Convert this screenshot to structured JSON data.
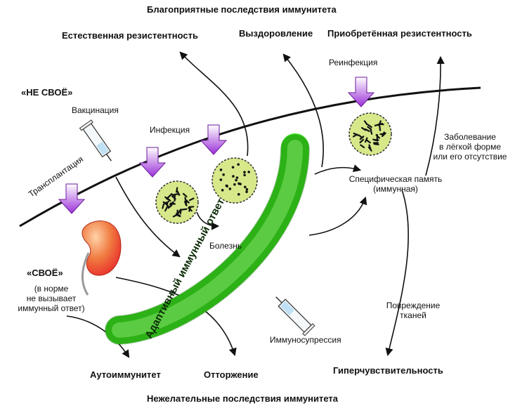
{
  "header": {
    "top_title": "Благоприятные последствия иммунитета",
    "bottom_title": "Нежелательные последствия иммунитета"
  },
  "outcomes": {
    "natural_resistance": "Естественная резистентность",
    "recovery": "Выздоровление",
    "acquired_resistance": "Приобретённая резистентность",
    "autoimmunity": "Аутоиммунитет",
    "rejection": "Отторжение",
    "hypersensitivity": "Гиперчувствительность"
  },
  "zones": {
    "not_self": "«НЕ СВОЁ»",
    "self": "«СВОЁ»",
    "self_note": [
      "(в норме",
      "не вызывает",
      "иммунный ответ)"
    ]
  },
  "events": {
    "vaccination": "Вакцинация",
    "transplantation": "Трансплантация",
    "infection": "Инфекция",
    "reinfection": "Реинфекция",
    "disease": "Болезнь",
    "immunosuppression": "Иммуносупрессия",
    "tissue_damage": [
      "Повреждение",
      "тканей"
    ],
    "mild_disease": [
      "Заболевание",
      "в лёгкой форме",
      "или его отсутствие"
    ],
    "specific_memory": [
      "Специфическая память",
      "(иммунная)"
    ]
  },
  "central_label": "Адаптивный иммунный ответ",
  "colors": {
    "arrow": "#9b30d8",
    "antigen": "#d6e88a",
    "response": "#46e027",
    "kidney": "#e8462a"
  },
  "icons": [
    "syringe-icon",
    "kidney-icon",
    "antigen-icon",
    "arrow-down-icon"
  ]
}
